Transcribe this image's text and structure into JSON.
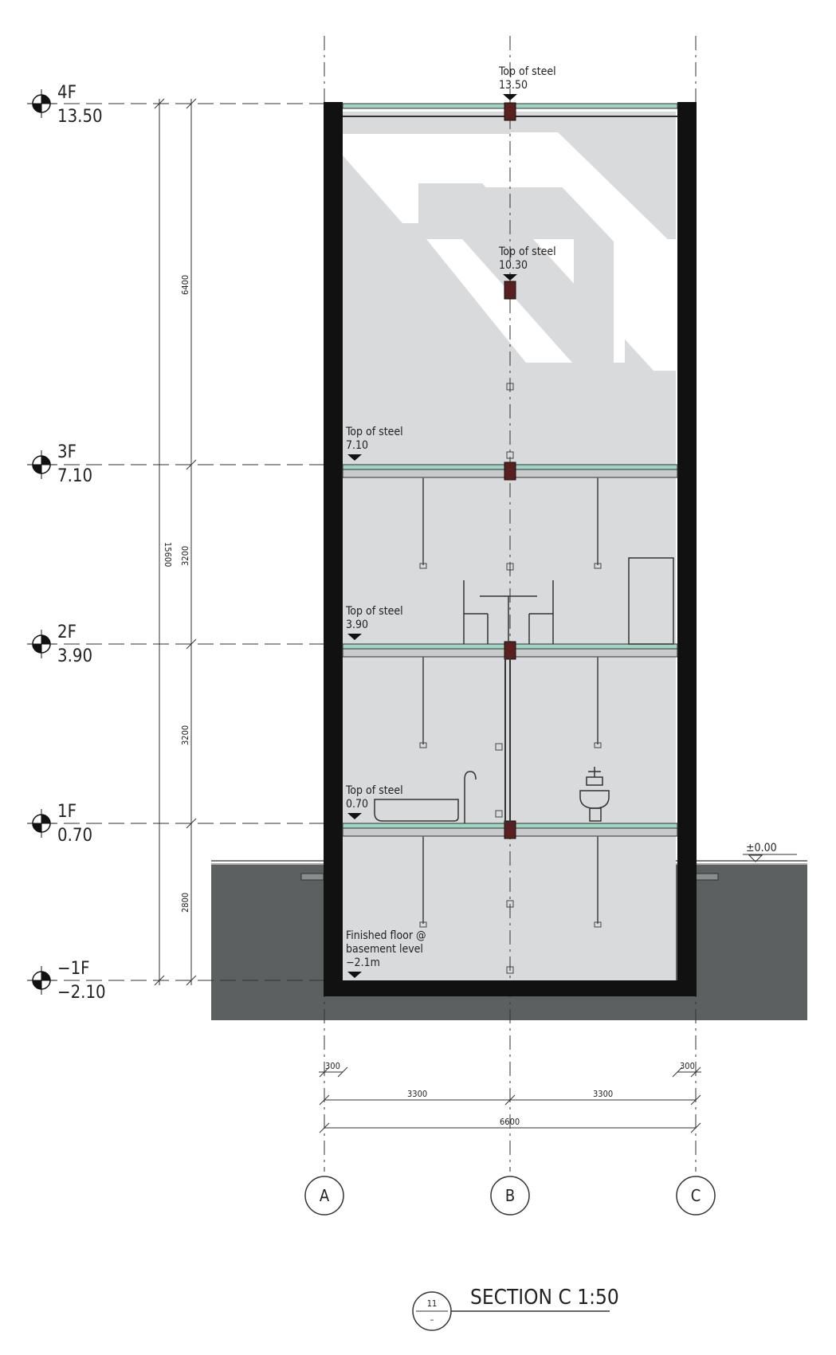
{
  "levels": [
    {
      "name": "4F",
      "elev": "13.50"
    },
    {
      "name": "3F",
      "elev": "7.10"
    },
    {
      "name": "2F",
      "elev": "3.90"
    },
    {
      "name": "1F",
      "elev": "0.70"
    },
    {
      "name": "−1F",
      "elev": "−2.10"
    }
  ],
  "notes": {
    "tos_label": "Top of steel",
    "tos_roof": "13.50",
    "tos_mid": "10.30",
    "tos_3f": "7.10",
    "tos_2f": "3.90",
    "tos_1f": "0.70",
    "ff_line1": "Finished floor @",
    "ff_line2": "basement level",
    "ff_line3": "−2.1m",
    "ground": "±0.00"
  },
  "dims": {
    "total": "15600",
    "d1": "6400",
    "d2": "3200",
    "d3": "3200",
    "d4": "2800",
    "wall_left": "300",
    "wall_right": "300",
    "bay_left": "3300",
    "bay_right": "3300",
    "overall": "6600"
  },
  "grids": {
    "a": "A",
    "b": "B",
    "c": "C"
  },
  "title": {
    "label": "SECTION C  1:50",
    "num": "11",
    "sub": "–"
  }
}
